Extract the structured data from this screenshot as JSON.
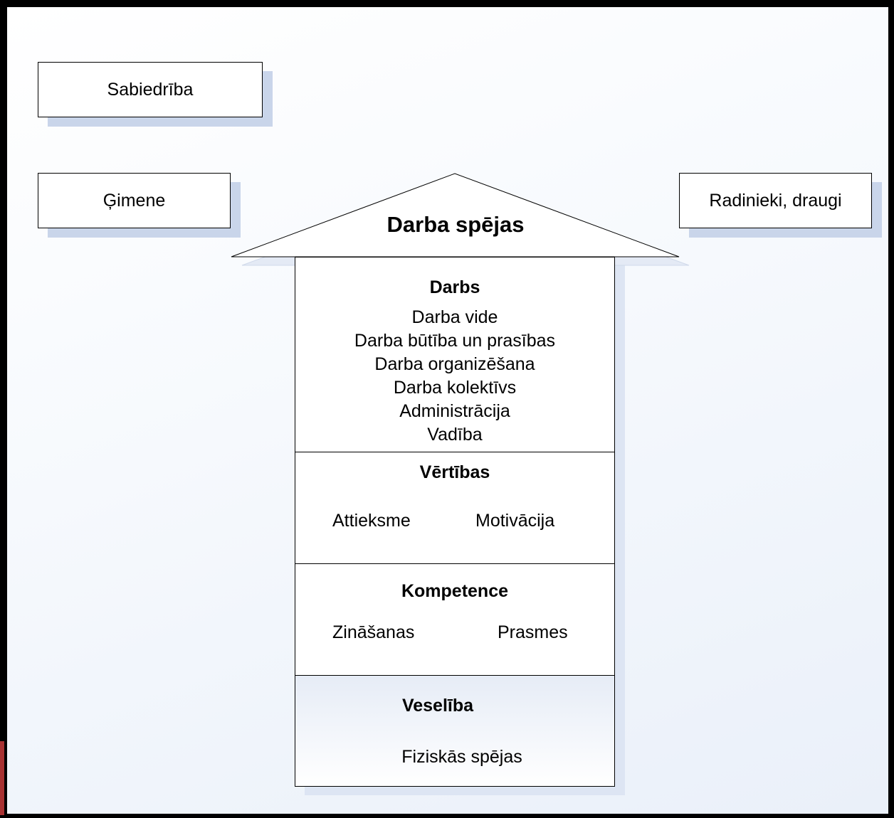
{
  "boxes": {
    "sabiedriba": "Sabiedrība",
    "gimene": "Ģimene",
    "radinieki": "Radinieki, draugi"
  },
  "roof": {
    "title": "Darba spējas"
  },
  "sections": {
    "darbs": {
      "title": "Darbs",
      "items": [
        "Darba vide",
        "Darba būtība un prasības",
        "Darba organizēšana",
        "Darba kolektīvs",
        "Administrācija",
        "Vadība"
      ]
    },
    "vertibas": {
      "title": "Vērtības",
      "left": "Attieksme",
      "right": "Motivācija"
    },
    "kompetence": {
      "title": "Kompetence",
      "left": "Zināšanas",
      "right": "Prasmes"
    },
    "veseliba": {
      "title": "Veselība",
      "item": "Fiziskās spējas"
    }
  },
  "colors": {
    "shadow": "#c9d5ea",
    "frame": "#000000",
    "logo_accent": "#a83232"
  }
}
